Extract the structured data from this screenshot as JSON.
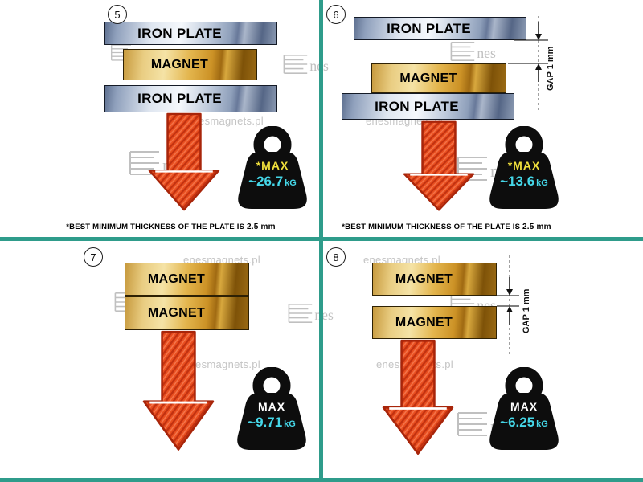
{
  "colors": {
    "divider_teal": "#2f9c8b",
    "arrow_red": "#e94e1f",
    "value_cyan": "#45d7e8",
    "max_yellow": "#f2e13c",
    "magnet_gold": "#d8a83e",
    "iron_blue": "#8fa0bc",
    "watermark_gray": "#c4c4c4"
  },
  "watermark": {
    "site": "enesmagnets.pl",
    "logo": "nes"
  },
  "gap_label": "GAP 1 mm",
  "footnote": {
    "text": "*BEST MINIMUM THICKNESS OF THE PLATE IS ",
    "bold": "2.5 mm"
  },
  "quadrants": [
    {
      "number": "5",
      "layers": {
        "top": "IRON PLATE",
        "middle": "MAGNET",
        "bottom": "IRON PLATE"
      },
      "weight": {
        "max": "*MAX",
        "value": "~26.7",
        "unit": "kG"
      }
    },
    {
      "number": "6",
      "layers": {
        "top": "IRON PLATE",
        "middle": "MAGNET",
        "bottom": "IRON PLATE"
      },
      "weight": {
        "max": "*MAX",
        "value": "~13.6",
        "unit": "kG"
      }
    },
    {
      "number": "7",
      "layers": {
        "top": "MAGNET",
        "bottom": "MAGNET"
      },
      "weight": {
        "max": "MAX",
        "value": "~9.71",
        "unit": "kG"
      }
    },
    {
      "number": "8",
      "layers": {
        "top": "MAGNET",
        "bottom": "MAGNET"
      },
      "weight": {
        "max": "MAX",
        "value": "~6.25",
        "unit": "kG"
      }
    }
  ]
}
